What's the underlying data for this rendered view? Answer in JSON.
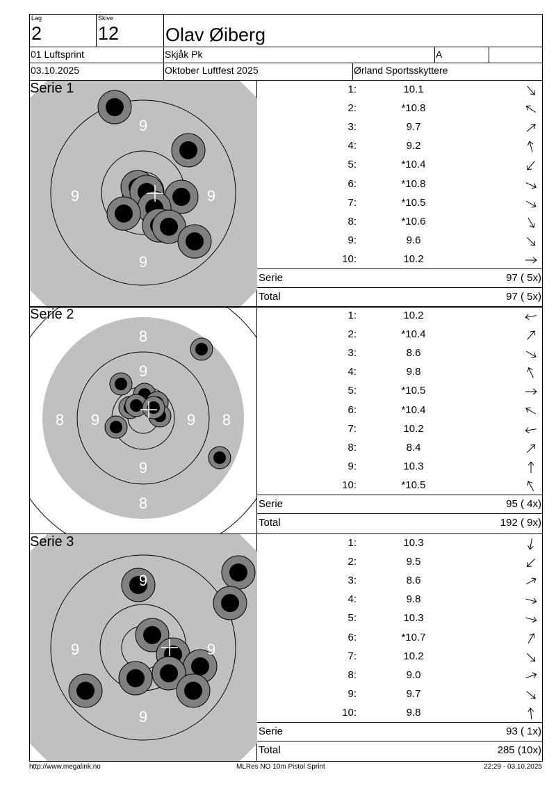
{
  "header": {
    "lag_label": "Lag",
    "lag": "2",
    "skive_label": "Skive",
    "skive": "12",
    "name": "Olav Øiberg",
    "event": "01 Luftsprint",
    "club": "Skjåk Pk",
    "class": "A",
    "date": "03.10.2025",
    "competition": "Oktober Luftfest 2025",
    "organizer": "Ørland Sportsskyttere"
  },
  "series": [
    {
      "title": "Serie 1",
      "ring_labels": [
        "9",
        "9",
        "9",
        "9"
      ],
      "shots": [
        {
          "n": "1:",
          "value": "10.1",
          "dir": 50
        },
        {
          "n": "2:",
          "value": "*10.8",
          "dir": -145
        },
        {
          "n": "3:",
          "value": "9.7",
          "dir": -40
        },
        {
          "n": "4:",
          "value": "9.2",
          "dir": -105
        },
        {
          "n": "5:",
          "value": "*10.4",
          "dir": 130
        },
        {
          "n": "6:",
          "value": "*10.8",
          "dir": 25
        },
        {
          "n": "7:",
          "value": "*10.5",
          "dir": 30
        },
        {
          "n": "8:",
          "value": "*10.6",
          "dir": 60
        },
        {
          "n": "9:",
          "value": "9.6",
          "dir": 45
        },
        {
          "n": "10:",
          "value": "10.2",
          "dir": 0
        }
      ],
      "serie_label": "Serie",
      "serie_score": "97 ( 5x)",
      "total_label": "Total",
      "total_score": "97 ( 5x)"
    },
    {
      "title": "Serie 2",
      "ring_labels": [
        "8",
        "9",
        "8",
        "9",
        "9",
        "8",
        "9",
        "8"
      ],
      "shots": [
        {
          "n": "1:",
          "value": "10.2",
          "dir": 170
        },
        {
          "n": "2:",
          "value": "*10.4",
          "dir": -50
        },
        {
          "n": "3:",
          "value": "8.6",
          "dir": 30
        },
        {
          "n": "4:",
          "value": "9.8",
          "dir": -115
        },
        {
          "n": "5:",
          "value": "*10.5",
          "dir": 0
        },
        {
          "n": "6:",
          "value": "*10.4",
          "dir": -150
        },
        {
          "n": "7:",
          "value": "10.2",
          "dir": 170
        },
        {
          "n": "8:",
          "value": "8.4",
          "dir": -45
        },
        {
          "n": "9:",
          "value": "10.3",
          "dir": -90
        },
        {
          "n": "10:",
          "value": "*10.5",
          "dir": -120
        }
      ],
      "serie_label": "Serie",
      "serie_score": "95 ( 4x)",
      "total_label": "Total",
      "total_score": "192 ( 9x)"
    },
    {
      "title": "Serie 3",
      "ring_labels": [
        "9",
        "9",
        "9",
        "9"
      ],
      "shots": [
        {
          "n": "1:",
          "value": "10.3",
          "dir": 100
        },
        {
          "n": "2:",
          "value": "9.5",
          "dir": 135
        },
        {
          "n": "3:",
          "value": "8.6",
          "dir": -30
        },
        {
          "n": "4:",
          "value": "9.8",
          "dir": 15
        },
        {
          "n": "5:",
          "value": "10.3",
          "dir": 15
        },
        {
          "n": "6:",
          "value": "*10.7",
          "dir": -60
        },
        {
          "n": "7:",
          "value": "10.2",
          "dir": 45
        },
        {
          "n": "8:",
          "value": "9.0",
          "dir": -20
        },
        {
          "n": "9:",
          "value": "9.7",
          "dir": 40
        },
        {
          "n": "10:",
          "value": "9.8",
          "dir": -95
        }
      ],
      "serie_label": "Serie",
      "serie_score": "93 ( 1x)",
      "total_label": "Total",
      "total_score": "285 (10x)"
    }
  ],
  "footer": {
    "left": "http://www.megalink.no",
    "center": "MLRes NO  10m Pistol Sprint",
    "right": "22:29 - 03.10.2025"
  }
}
